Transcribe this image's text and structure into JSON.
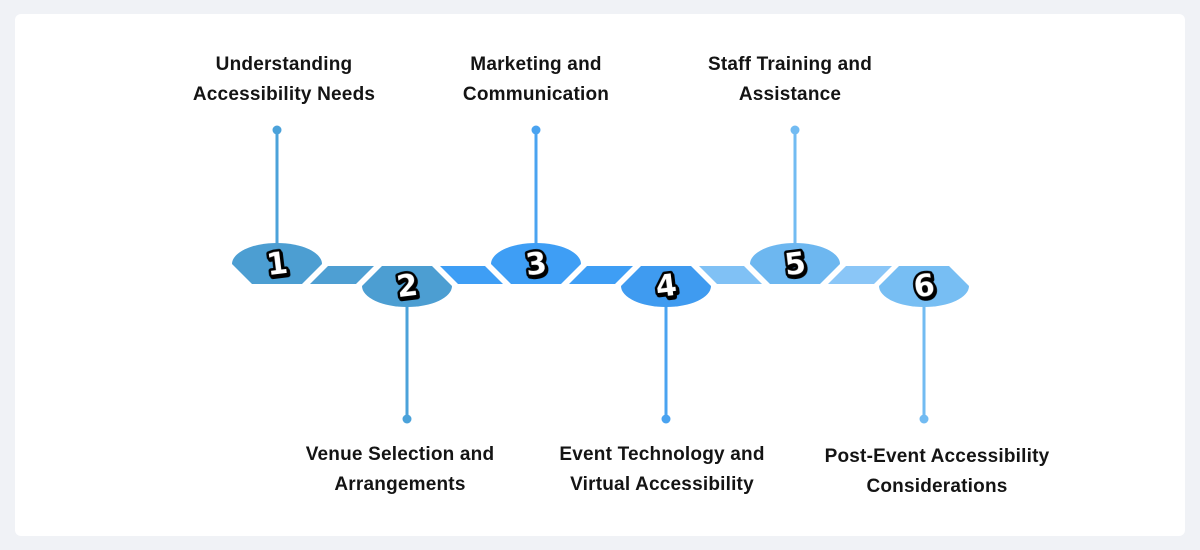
{
  "page": {
    "background_color": "#f0f2f6",
    "card_background_color": "#ffffff",
    "label_text_color": "#141414"
  },
  "timeline": {
    "type": "horizontal-chevron-timeline",
    "number_text_color": "#ffffff",
    "number_outline_color": "#000000",
    "steps": [
      {
        "number": "1",
        "label": "Understanding Accessibility Needs",
        "label_line1": "Understanding",
        "label_line2": "Accessibility Needs",
        "position": "top",
        "shape_color": "#4C9ED2",
        "connector_color": "#4BA2DA"
      },
      {
        "number": "2",
        "label": "Venue Selection and Arrangements",
        "label_line1": "Venue Selection and",
        "label_line2": "Arrangements",
        "position": "bottom",
        "shape_color": "#4C9ED2",
        "connector_color": "#4BA2DA"
      },
      {
        "number": "3",
        "label": "Marketing and Communication",
        "label_line1": "Marketing and",
        "label_line2": "Communication",
        "position": "top",
        "shape_color": "#3E9EF5",
        "connector_color": "#4AA3F0"
      },
      {
        "number": "4",
        "label": "Event Technology and Virtual Accessibility",
        "label_line1": "Event Technology and",
        "label_line2": "Virtual Accessibility",
        "position": "bottom",
        "shape_color": "#3F9BF0",
        "connector_color": "#4AA3F0"
      },
      {
        "number": "5",
        "label": "Staff Training and Assistance",
        "label_line1": "Staff Training and",
        "label_line2": "Assistance",
        "position": "top",
        "shape_color": "#6DB7F0",
        "connector_color": "#72BBF2"
      },
      {
        "number": "6",
        "label": "Post-Event Accessibility Considerations",
        "label_line1": "Post-Event Accessibility",
        "label_line2": "Considerations",
        "position": "bottom",
        "shape_color": "#77BEF3",
        "connector_color": "#72BBF2"
      }
    ],
    "segments": [
      {
        "from": "1",
        "to": "2",
        "color": "#4E9FD3"
      },
      {
        "from": "2",
        "to": "3",
        "color": "#3E9EF5"
      },
      {
        "from": "3",
        "to": "4",
        "color": "#3E9EF5"
      },
      {
        "from": "4",
        "to": "5",
        "color": "#80C1F5"
      },
      {
        "from": "5",
        "to": "6",
        "color": "#8AC6F7"
      }
    ]
  }
}
